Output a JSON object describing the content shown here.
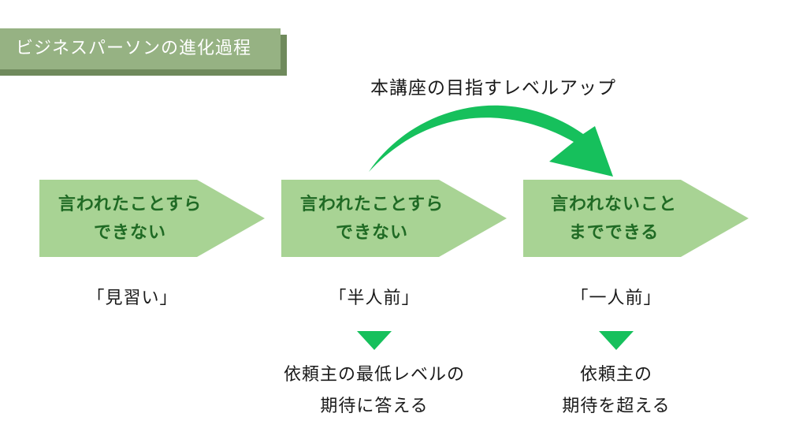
{
  "header": {
    "title": "ビジネスパーソンの進化過程"
  },
  "arrow": {
    "caption": "本講座の目指すレベルアップ"
  },
  "stages": [
    {
      "line1": "言われたことすら",
      "line2": "できない",
      "role": "「見習い」"
    },
    {
      "line1": "言われたことすら",
      "line2": "できない",
      "role": "「半人前」",
      "outcome1": "依頼主の最低レベルの",
      "outcome2": "期待に答える"
    },
    {
      "line1": "言われないこと",
      "line2": "までできる",
      "role": "「一人前」",
      "outcome1": "依頼主の",
      "outcome2": "期待を超える"
    }
  ],
  "colors": {
    "chevron": "#a8d394",
    "stage_text": "#1f6a24",
    "accent_green": "#16c05c",
    "title_bg": "#96b283",
    "title_shadow": "#6f8a5c"
  }
}
